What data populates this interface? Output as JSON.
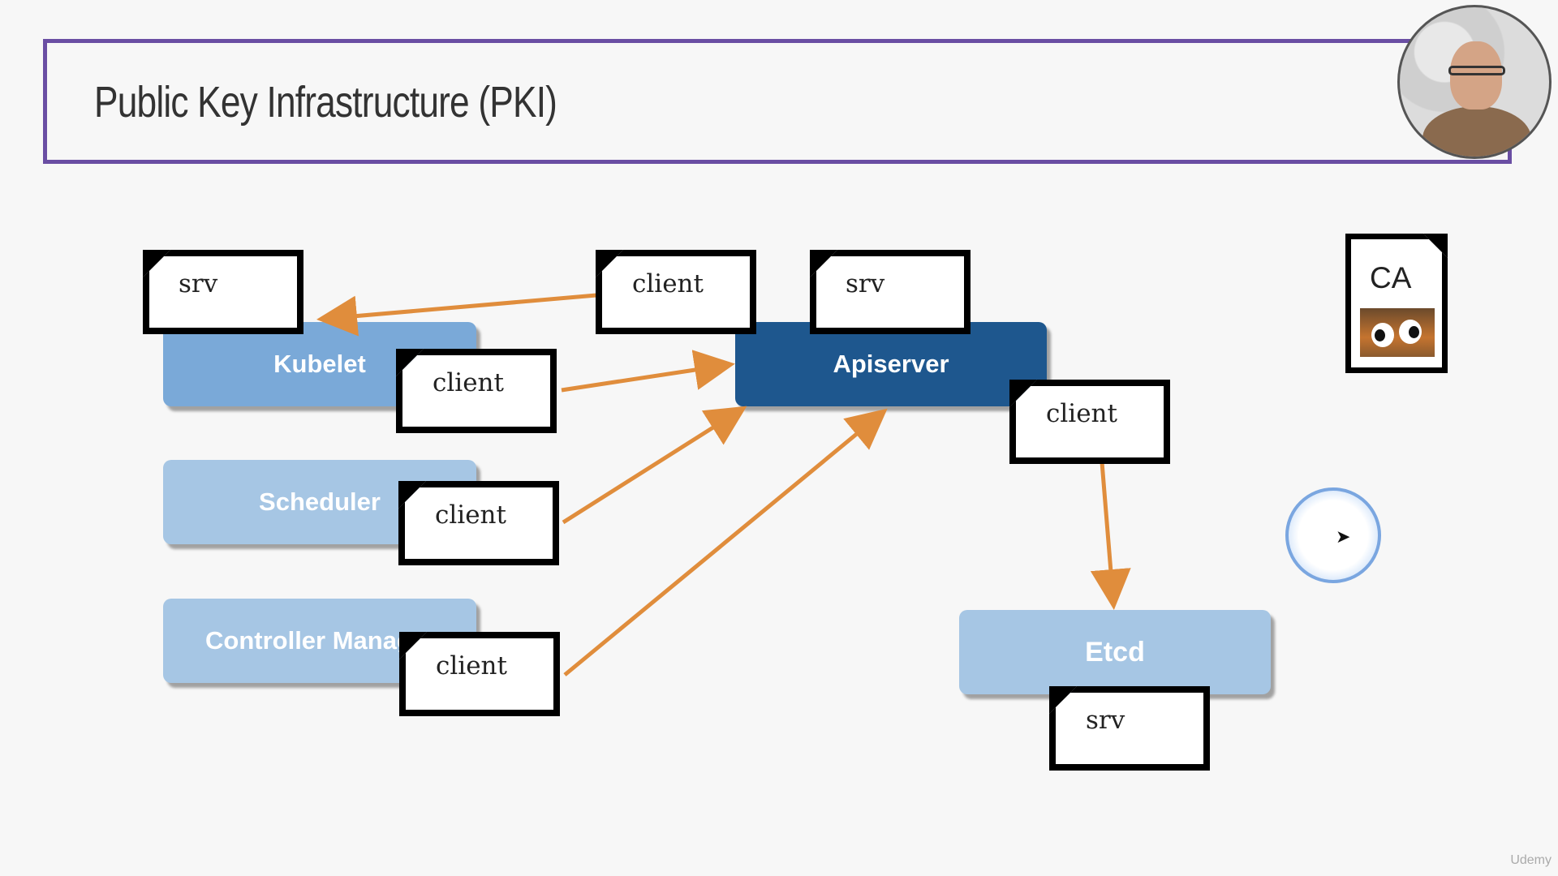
{
  "slide": {
    "title": "Public Key Infrastructure (PKI)"
  },
  "components": {
    "kubelet": "Kubelet",
    "scheduler": "Scheduler",
    "controller_manager": "Controller Manager",
    "apiserver": "Apiserver",
    "etcd": "Etcd"
  },
  "certificates": {
    "kubelet_srv": "srv",
    "apiserver_client_to_kubelet": "client",
    "apiserver_srv": "srv",
    "kubelet_client": "client",
    "scheduler_client": "client",
    "controller_manager_client": "client",
    "apiserver_etcd_client": "client",
    "etcd_srv": "srv",
    "ca": "CA"
  },
  "colors": {
    "title_border": "#6a4ea3",
    "arrow": "#e08d3c",
    "apiserver_fill": "#1e578e",
    "kubelet_fill": "#7aa9d8",
    "light_fill": "#a6c6e4"
  },
  "watermark": "Udemy"
}
